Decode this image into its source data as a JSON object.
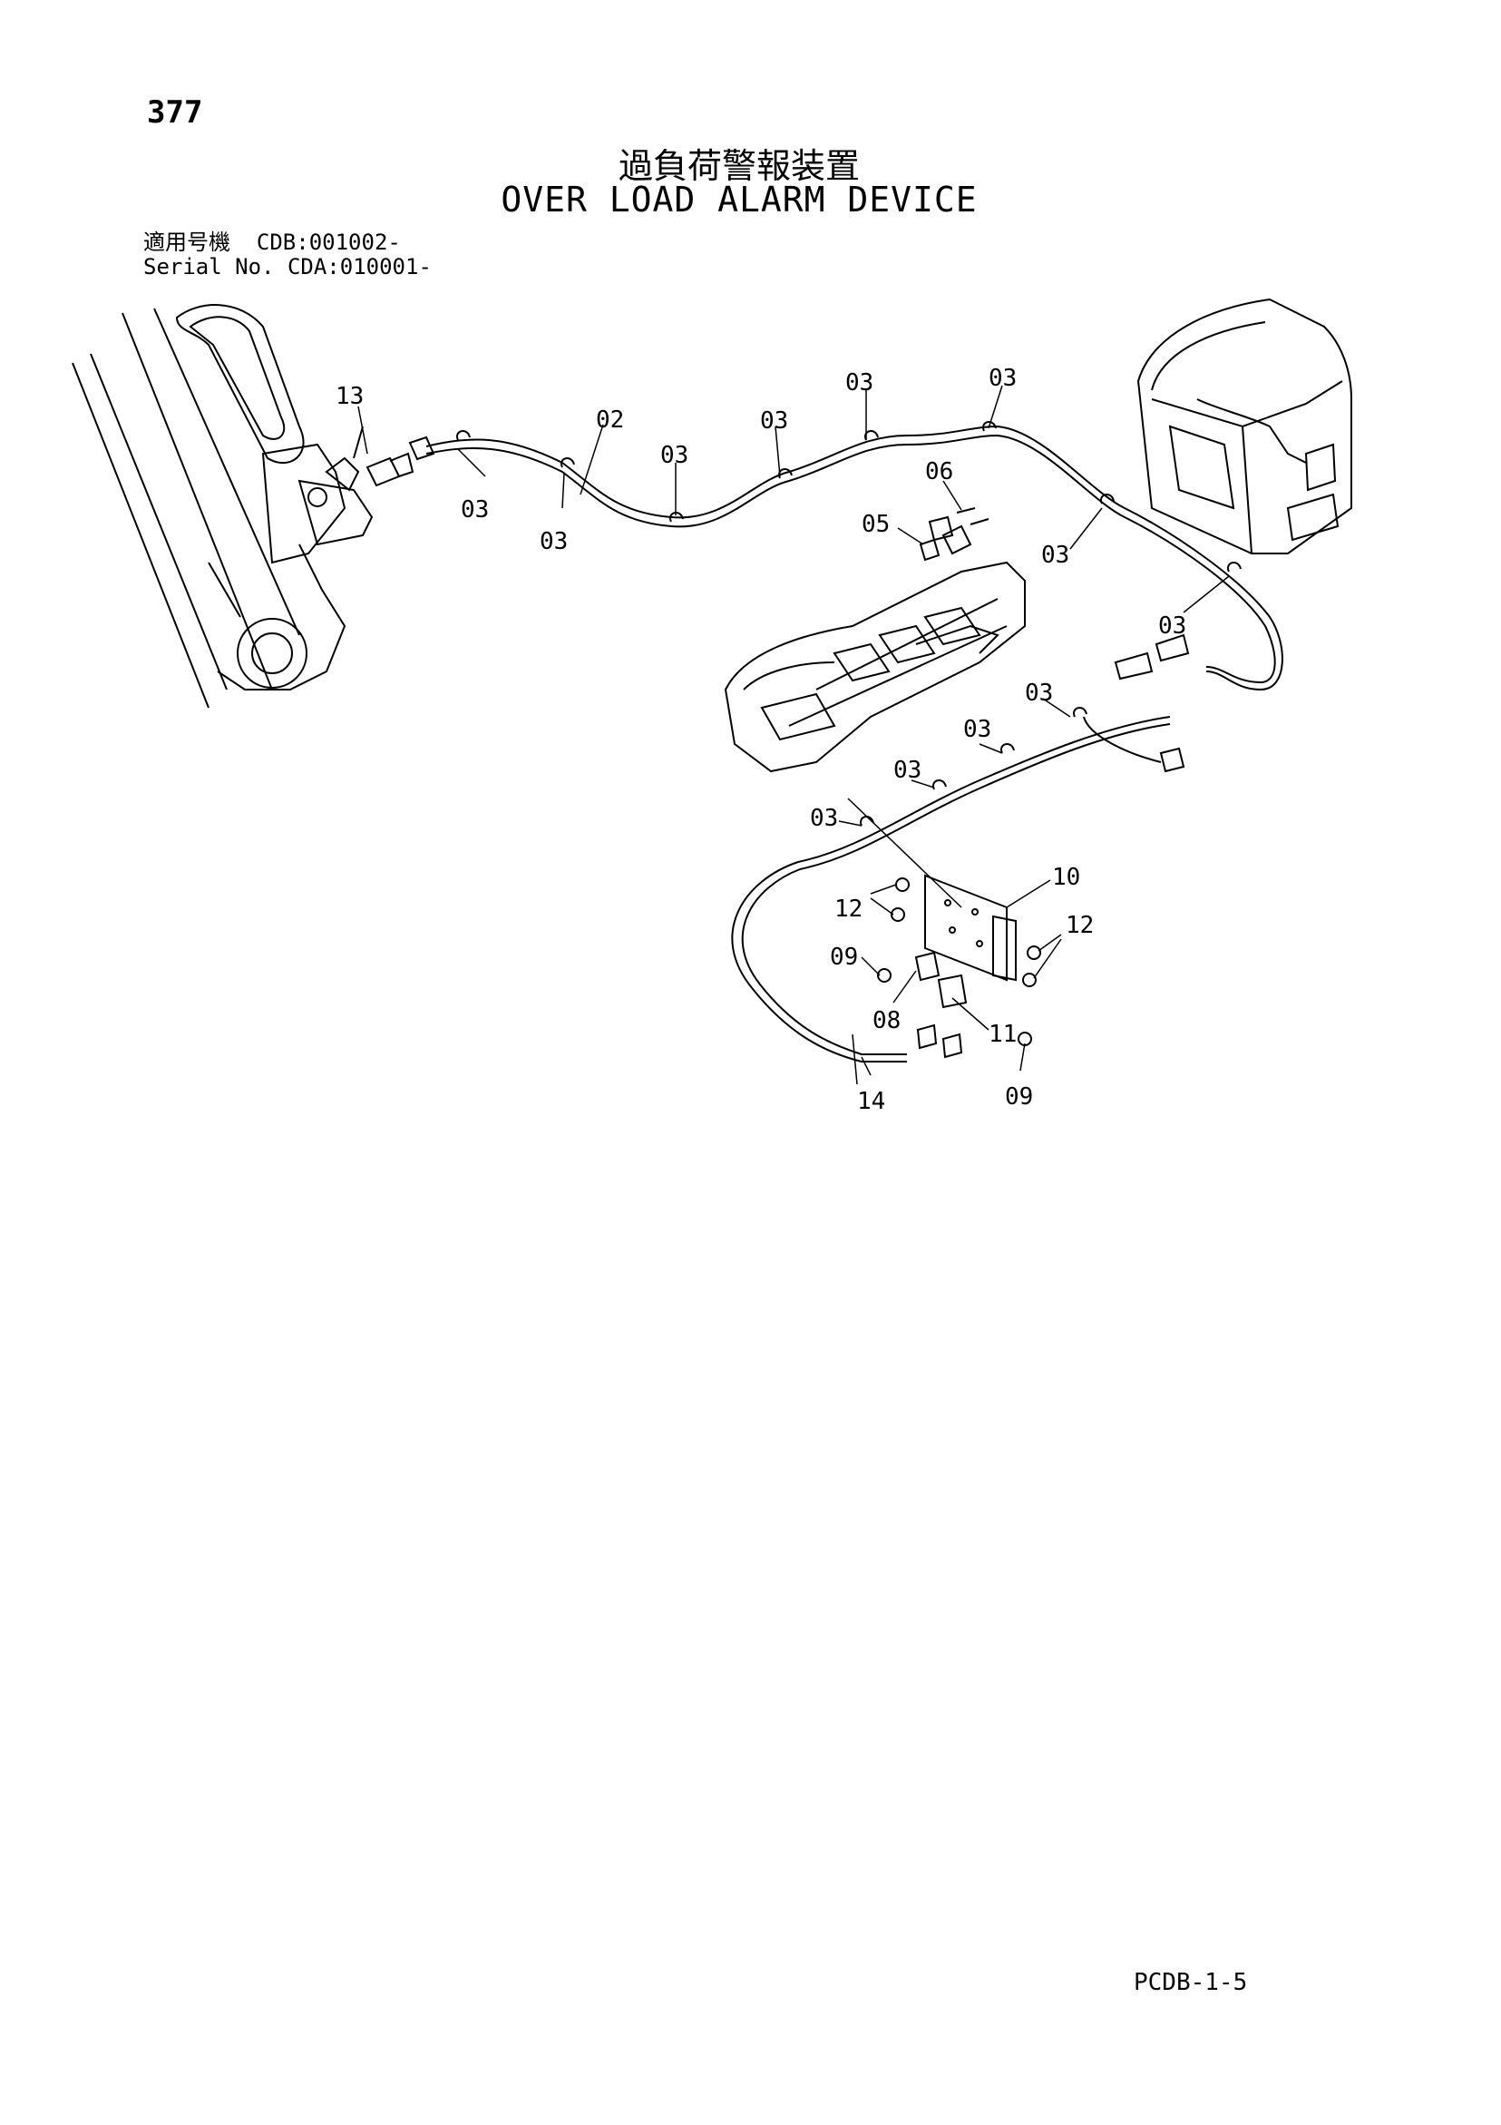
{
  "page_number": "377",
  "title_ja": "過負荷警報装置",
  "title_en": "OVER LOAD ALARM DEVICE",
  "serial": {
    "row1_label": "適用号機",
    "row1_value": "CDB:001002-",
    "row2_label": "Serial No.",
    "row2_value": "CDA:010001-"
  },
  "callouts": {
    "c02": "02",
    "c03": "03",
    "c05": "05",
    "c06": "06",
    "c08": "08",
    "c09": "09",
    "c10": "10",
    "c11": "11",
    "c12": "12",
    "c13": "13",
    "c14": "14"
  },
  "footer_code": "PCDB-1-5"
}
